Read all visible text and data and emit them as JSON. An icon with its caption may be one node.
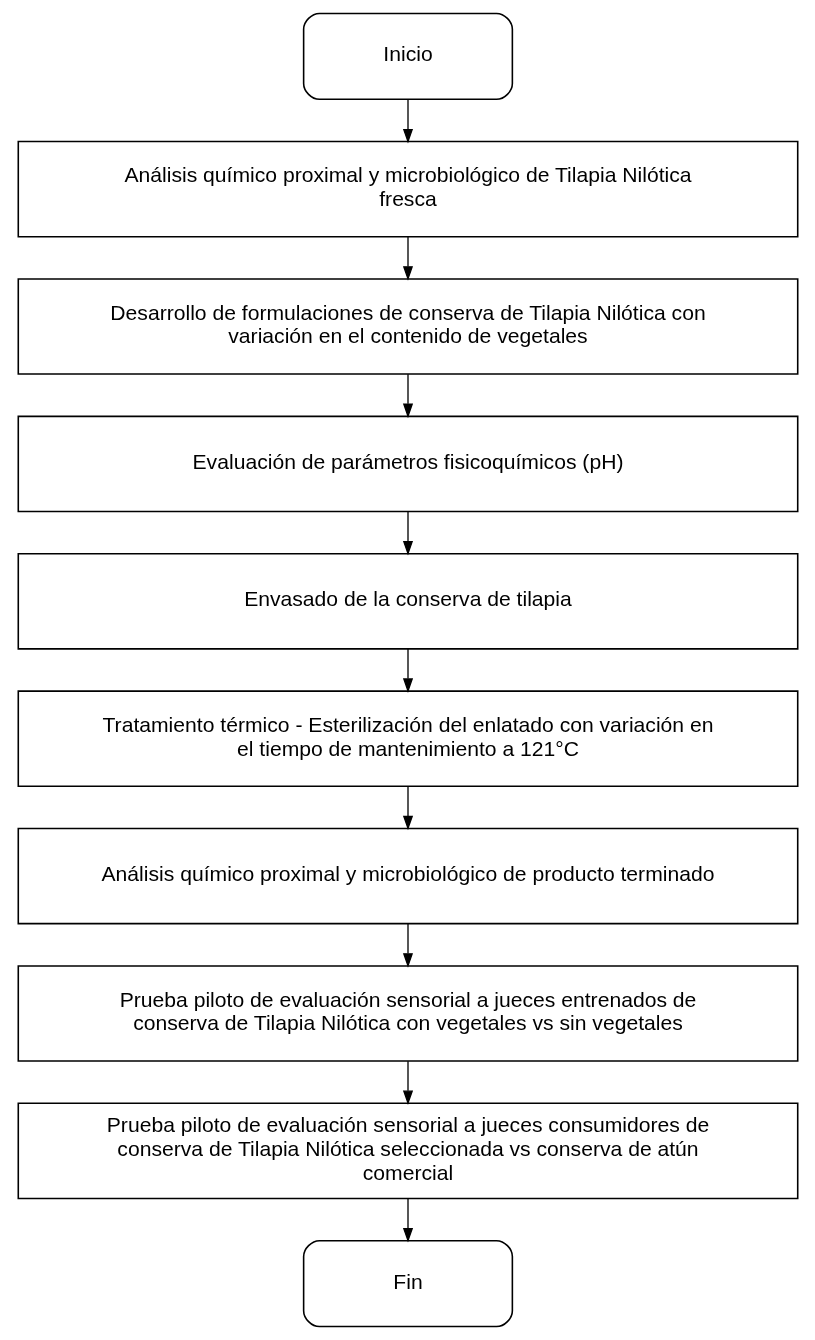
{
  "diagram": {
    "nodes": [
      {
        "text": [
          "Inicio"
        ]
      },
      {
        "text": [
          "Análisis químico proximal y microbiológico de Tilapia Nilótica fresca"
        ]
      },
      {
        "text": [
          "Desarrollo de formulaciones de conserva de Tilapia Nilótica con variación en el contenido de vegetales"
        ]
      },
      {
        "text": [
          "Evaluación de parámetros fisicoquímicos (pH)"
        ]
      },
      {
        "text": [
          "Envasado de la conserva de tilapia"
        ]
      },
      {
        "text": [
          "Tratamiento térmico - Esterilización del enlatado con variación en el tiempo de mantenimiento a 121°C"
        ]
      },
      {
        "text": [
          "Análisis químico proximal y microbiológico de producto terminado"
        ]
      },
      {
        "text": [
          "Prueba piloto de evaluación sensorial a jueces entrenados de conserva de Tilapia Nilótica con vegetales vs sin vegetales"
        ]
      },
      {
        "text": [
          "Prueba piloto de evaluación sensorial a jueces consumidores de conserva de Tilapia Nilótica seleccionada vs conserva de atún comercial"
        ]
      },
      {
        "text": [
          "Fin"
        ]
      }
    ],
    "edges": [
      {
        "from": 0,
        "to": 1,
        "arrow": "to"
      },
      {
        "from": 1,
        "to": 2,
        "arrow": "to"
      },
      {
        "from": 2,
        "to": 3,
        "arrow": "to"
      },
      {
        "from": 3,
        "to": 4,
        "arrow": "to"
      },
      {
        "from": 4,
        "to": 5,
        "arrow": "to"
      },
      {
        "from": 5,
        "to": 6,
        "arrow": "to"
      },
      {
        "from": 6,
        "to": 7,
        "arrow": "to"
      },
      {
        "from": 7,
        "to": 8,
        "arrow": "to"
      },
      {
        "from": 8,
        "to": 9,
        "arrow": "to"
      }
    ]
  }
}
